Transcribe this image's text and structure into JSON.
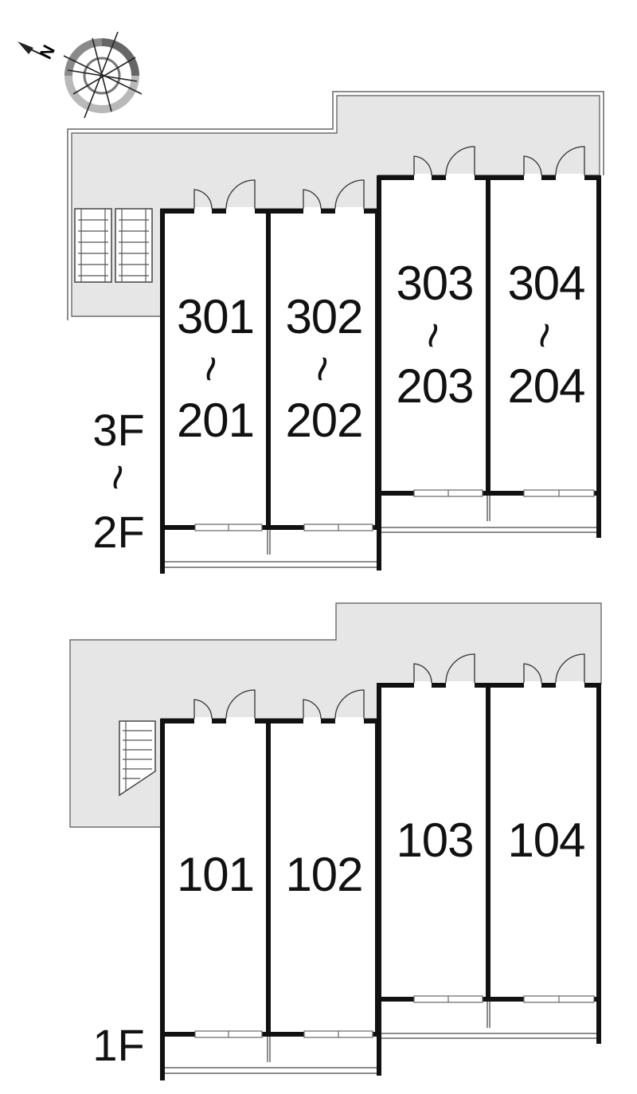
{
  "compass": {
    "letter": "N",
    "icon": "compass-rose-icon"
  },
  "upper_floors": {
    "floor_top": "3F",
    "floor_sep": "~",
    "floor_bottom": "2F",
    "units": [
      {
        "top": "301",
        "sep": "~",
        "bottom": "201"
      },
      {
        "top": "302",
        "sep": "~",
        "bottom": "202"
      },
      {
        "top": "303",
        "sep": "~",
        "bottom": "203"
      },
      {
        "top": "304",
        "sep": "~",
        "bottom": "204"
      }
    ]
  },
  "ground_floor": {
    "floor": "1F",
    "units": [
      "101",
      "102",
      "103",
      "104"
    ]
  },
  "colors": {
    "corridor": "#e6e6e6",
    "wall": "#111111",
    "outline": "#777777"
  }
}
